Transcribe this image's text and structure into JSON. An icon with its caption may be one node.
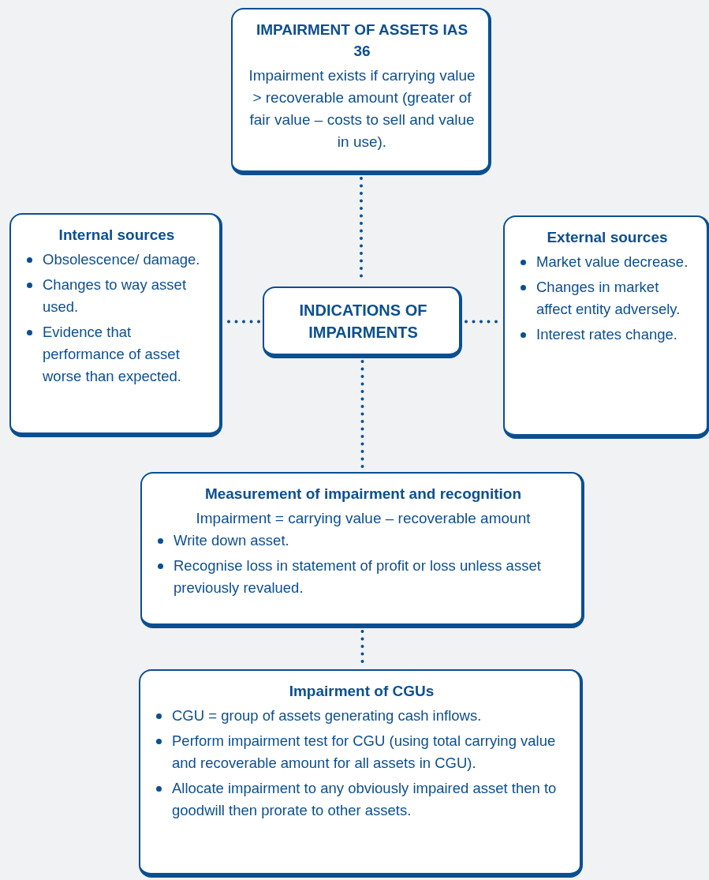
{
  "diagram": {
    "nodes": [
      {
        "text": [
          "IMPAIRMENT OF ASSETS IAS 36",
          "Impairment exists if carrying value > recoverable amount (greater of fair value – costs to sell and value in use)."
        ]
      },
      {
        "text": [
          "Internal sources",
          "Obsolescence/ damage.",
          "Changes to way asset used.",
          "Evidence that performance of asset worse than expected."
        ]
      },
      {
        "text": [
          "INDICATIONS OF IMPAIRMENTS"
        ]
      },
      {
        "text": [
          "External sources",
          "Market value decrease.",
          "Changes in market affect entity adversely.",
          "Interest rates change."
        ]
      },
      {
        "text": [
          "Measurement of impairment and recognition",
          "Impairment = carrying value – recoverable amount",
          "Write down asset.",
          "Recognise loss in statement of profit or loss unless asset previously revalued."
        ]
      },
      {
        "text": [
          "Impairment of CGUs",
          "CGU = group of assets generating cash inflows.",
          "Perform impairment test for CGU (using total carrying value and recoverable amount for all assets in CGU).",
          "Allocate impairment to any obviously impaired asset then to goodwill then prorate to other assets."
        ]
      }
    ],
    "edges": [
      {
        "from": 0,
        "to": 2,
        "arrow": "none"
      },
      {
        "from": 2,
        "to": 1,
        "arrow": "none"
      },
      {
        "from": 2,
        "to": 3,
        "arrow": "none"
      },
      {
        "from": 2,
        "to": 4,
        "arrow": "none"
      },
      {
        "from": 4,
        "to": 5,
        "arrow": "none"
      }
    ]
  }
}
